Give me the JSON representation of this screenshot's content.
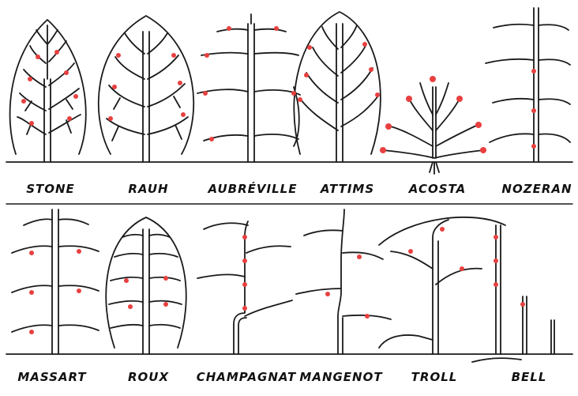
{
  "rows": [
    {
      "labels": [
        "STONE",
        "RAUH",
        "AUBRÉVILLE",
        "ATTIMS",
        "ACOSTA",
        "NOZERAN"
      ]
    },
    {
      "labels": [
        "MASSART",
        "ROUX",
        "CHAMPAGNAT",
        "MANGENOT",
        "TROLL",
        "BELL"
      ]
    }
  ],
  "colors": {
    "line": "#1a1a1a",
    "fruit": "#e8403f"
  }
}
